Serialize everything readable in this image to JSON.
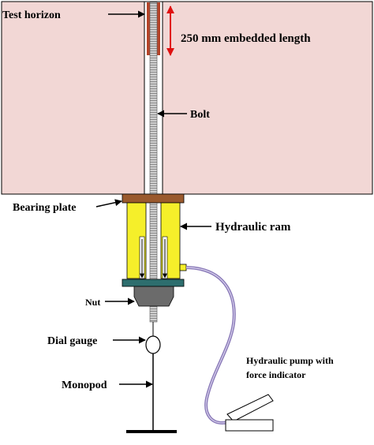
{
  "labels": {
    "test_horizon": "Test horizon",
    "embedded_length": "250 mm embedded length",
    "bolt": "Bolt",
    "bearing_plate": "Bearing plate",
    "hydraulic_ram": "Hydraulic ram",
    "nut": "Nut",
    "dial_gauge": "Dial gauge",
    "monopod": "Monopod",
    "pump_line1": "Hydraulic pump with",
    "pump_line2": "force indicator"
  },
  "colors": {
    "rock": "#f2d7d5",
    "rock_border": "#000000",
    "bolt": "#c8c8c8",
    "bolt_embedded": "#b5452a",
    "bearing_plate": "#9a5a2e",
    "ram": "#f5ef2a",
    "ram_ring": "#2d6e6e",
    "nut": "#6b6b6b",
    "hose": "#8a7ab8",
    "dimension_arrow": "#e01010"
  }
}
